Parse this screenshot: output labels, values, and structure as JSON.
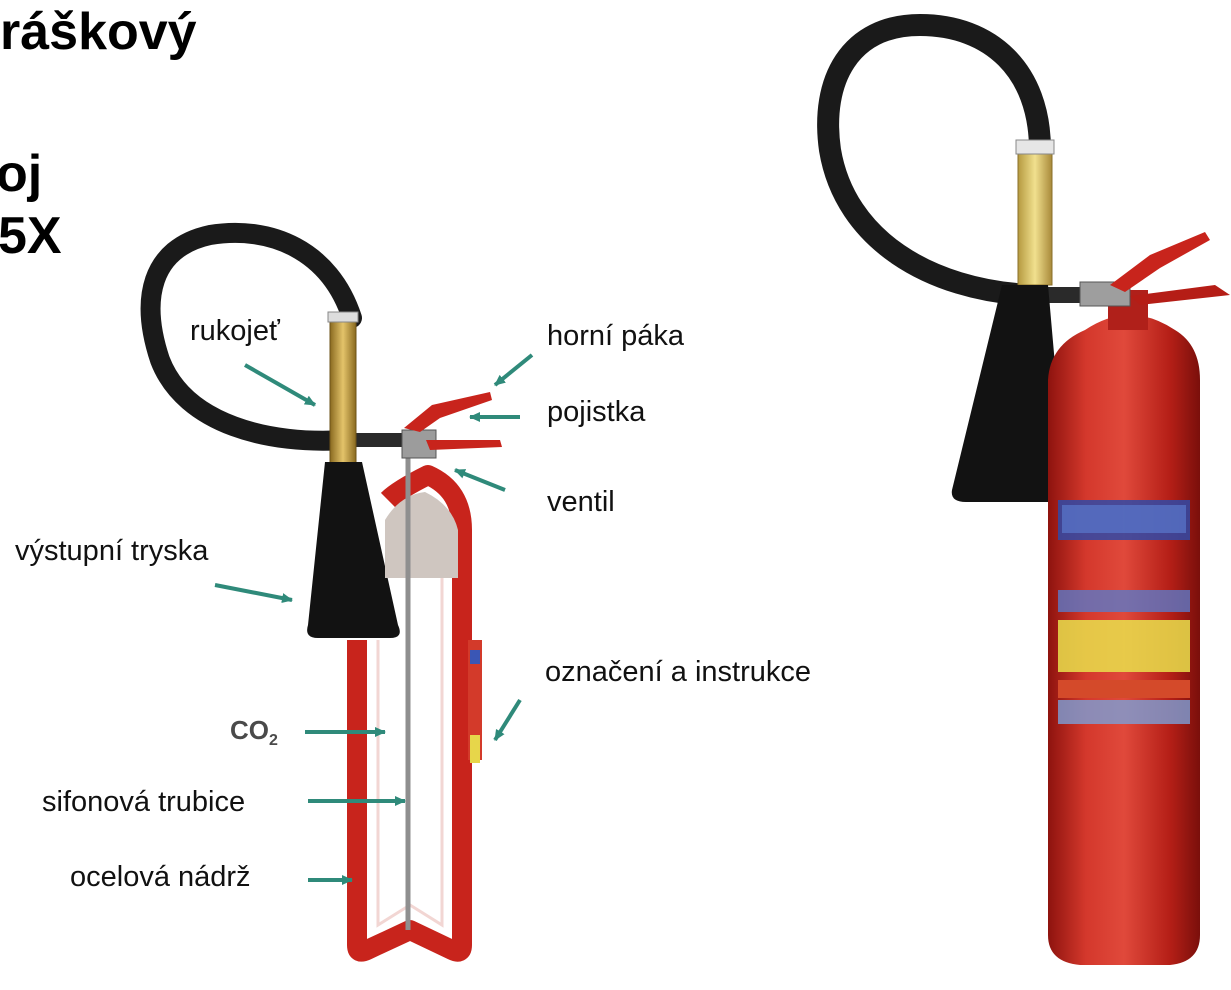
{
  "heading": {
    "line1": "ráškový",
    "line2": "oj",
    "line3": "5X"
  },
  "labels": {
    "rukojet": "rukojeť",
    "horni_paka": "horní páka",
    "pojistka": "pojistka",
    "ventil": "ventil",
    "vystupni_tryska": "výstupní tryska",
    "oznaceni": "označení a instrukce",
    "co2_main": "CO",
    "co2_sub": "2",
    "sifonova_trubice": "sifonová trubice",
    "ocelova_nadrz": "ocelová nádrž"
  },
  "colors": {
    "cylinder_red": "#c8241c",
    "arrow_teal": "#2f8a7a",
    "horn_black": "#121212",
    "handle_gold": "#c79a3a"
  }
}
